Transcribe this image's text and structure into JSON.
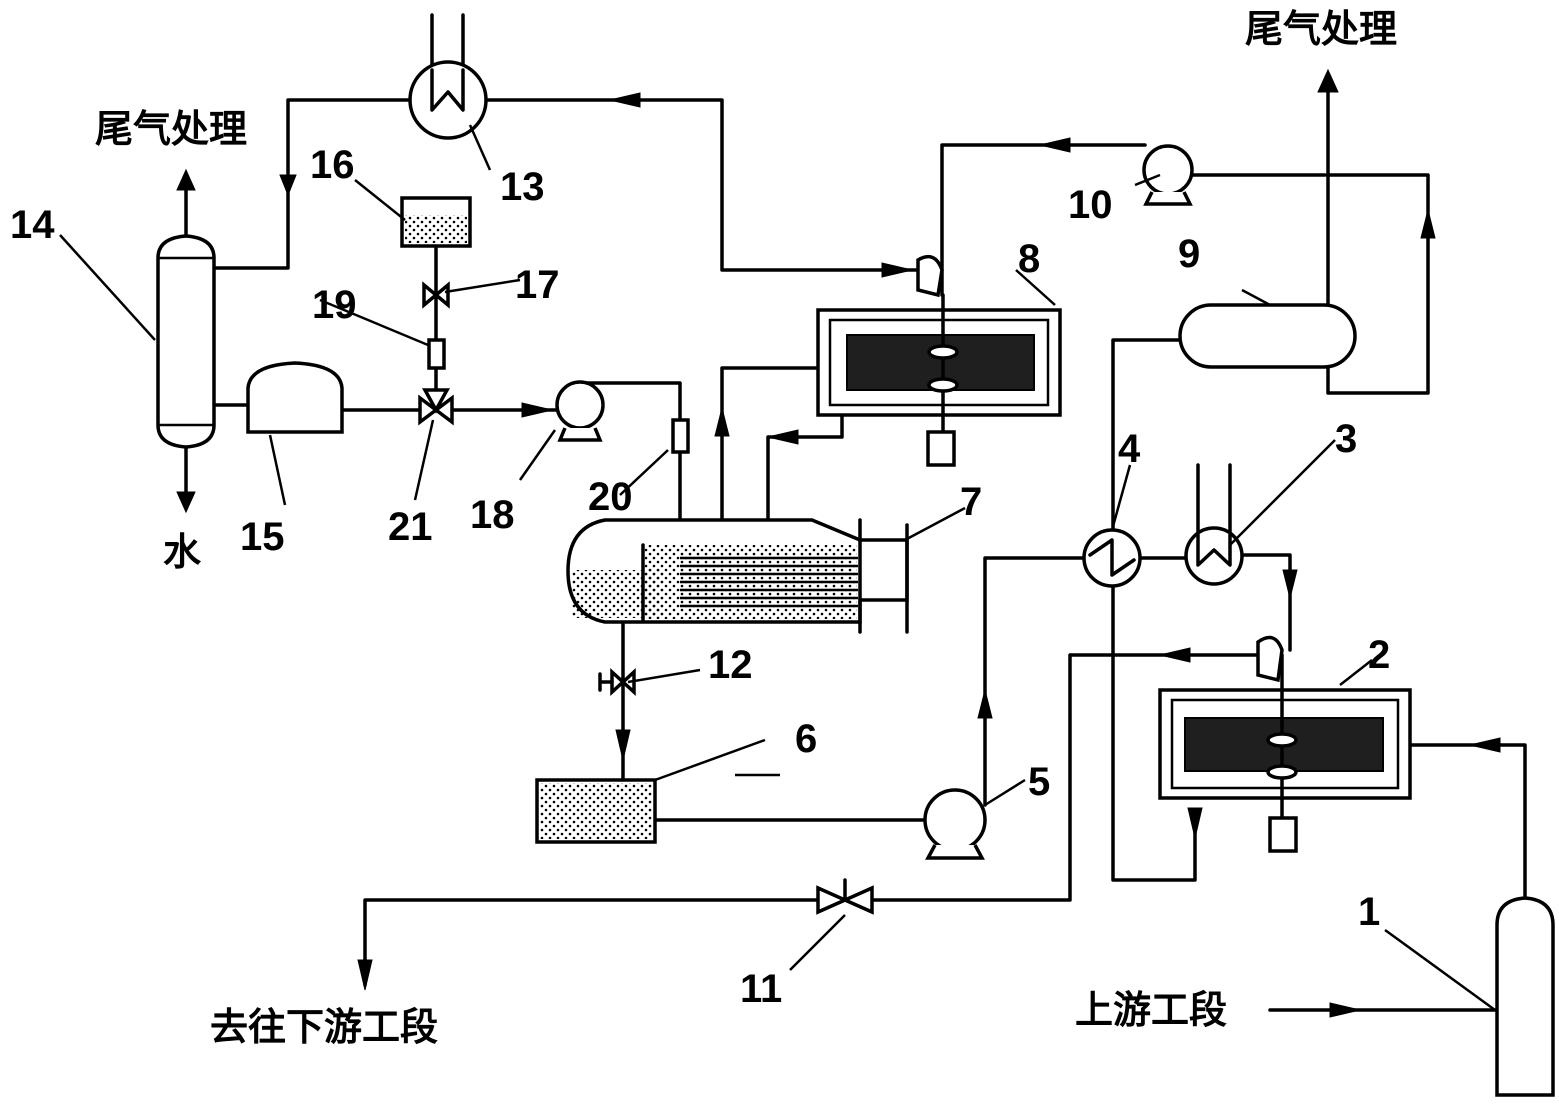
{
  "labels": {
    "offgas_left": "尾气处理",
    "offgas_right": "尾气处理",
    "water": "水",
    "downstream": "去往下游工段",
    "upstream": "上游工段"
  },
  "numbers": [
    "1",
    "2",
    "3",
    "4",
    "5",
    "6",
    "7",
    "8",
    "9",
    "10",
    "11",
    "12",
    "13",
    "14",
    "15",
    "16",
    "17",
    "18",
    "19",
    "20",
    "21"
  ]
}
